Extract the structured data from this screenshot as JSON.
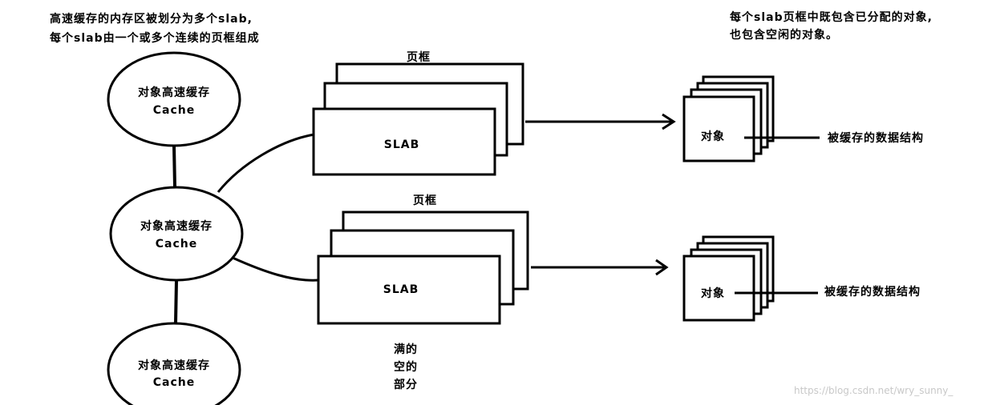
{
  "notes": {
    "top_left_line1": "高速缓存的内存区被划分为多个slab,",
    "top_left_line2": "每个slab由一个或多个连续的页框组成",
    "top_right_line1": "每个slab页框中既包含已分配的对象,",
    "top_right_line2": "也包含空闲的对象。"
  },
  "caches": [
    {
      "line1": "对象高速缓存",
      "line2": "Cache"
    },
    {
      "line1": "对象高速缓存",
      "line2": "Cache"
    },
    {
      "line1": "对象高速缓存",
      "line2": "Cache"
    }
  ],
  "slab_groups": [
    {
      "frame_label": "页框",
      "slab_label": "SLAB"
    },
    {
      "frame_label": "页框",
      "slab_label": "SLAB"
    }
  ],
  "object_groups": [
    {
      "object_label": "对象",
      "structure_label": "被缓存的数据结构"
    },
    {
      "object_label": "对象",
      "structure_label": "被缓存的数据结构"
    }
  ],
  "partial_label": "满的\n空的\n部分",
  "watermark": "https://blog.csdn.net/wry_sunny_"
}
